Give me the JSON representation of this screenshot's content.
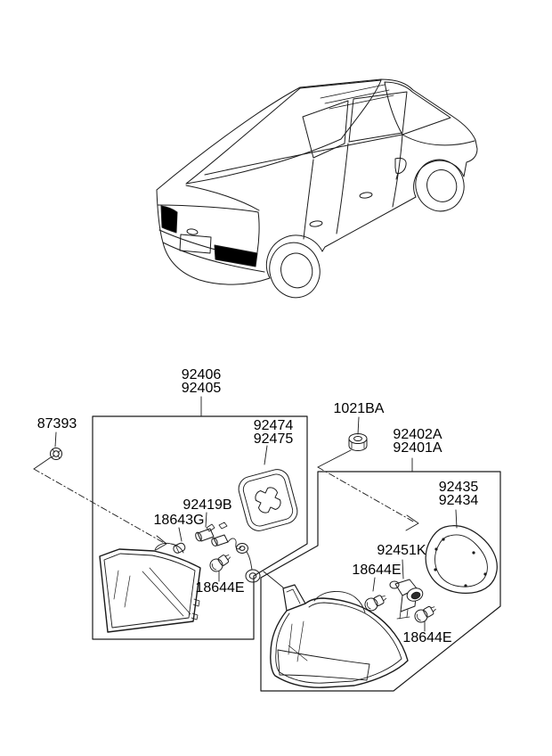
{
  "page": {
    "background": "#ffffff",
    "line_color": "#1a1a1a",
    "lamp_fill": "#000000",
    "description": "Rear combination lamp parts diagram"
  },
  "labels": {
    "lamp_assembly_inner": {
      "lines": [
        "92406",
        "92405"
      ]
    },
    "grommet_nut": {
      "lines": [
        "87393"
      ]
    },
    "pad_inner": {
      "lines": [
        "92474",
        "92475"
      ]
    },
    "mount_nut": {
      "lines": [
        "1021BA"
      ]
    },
    "lamp_assembly_outer": {
      "lines": [
        "92402A",
        "92401A"
      ]
    },
    "pad_outer": {
      "lines": [
        "92435",
        "92434"
      ]
    },
    "bulb_holder_inner": {
      "lines": [
        "92419B"
      ]
    },
    "bulb_small": {
      "lines": [
        "18643G"
      ]
    },
    "bulb_inner": {
      "lines": [
        "18644E"
      ]
    },
    "bulb_holder_outer": {
      "lines": [
        "92451K"
      ]
    },
    "bulb_outer_upper": {
      "lines": [
        "18644E"
      ]
    },
    "bulb_outer_lower": {
      "lines": [
        "18644E"
      ]
    }
  }
}
